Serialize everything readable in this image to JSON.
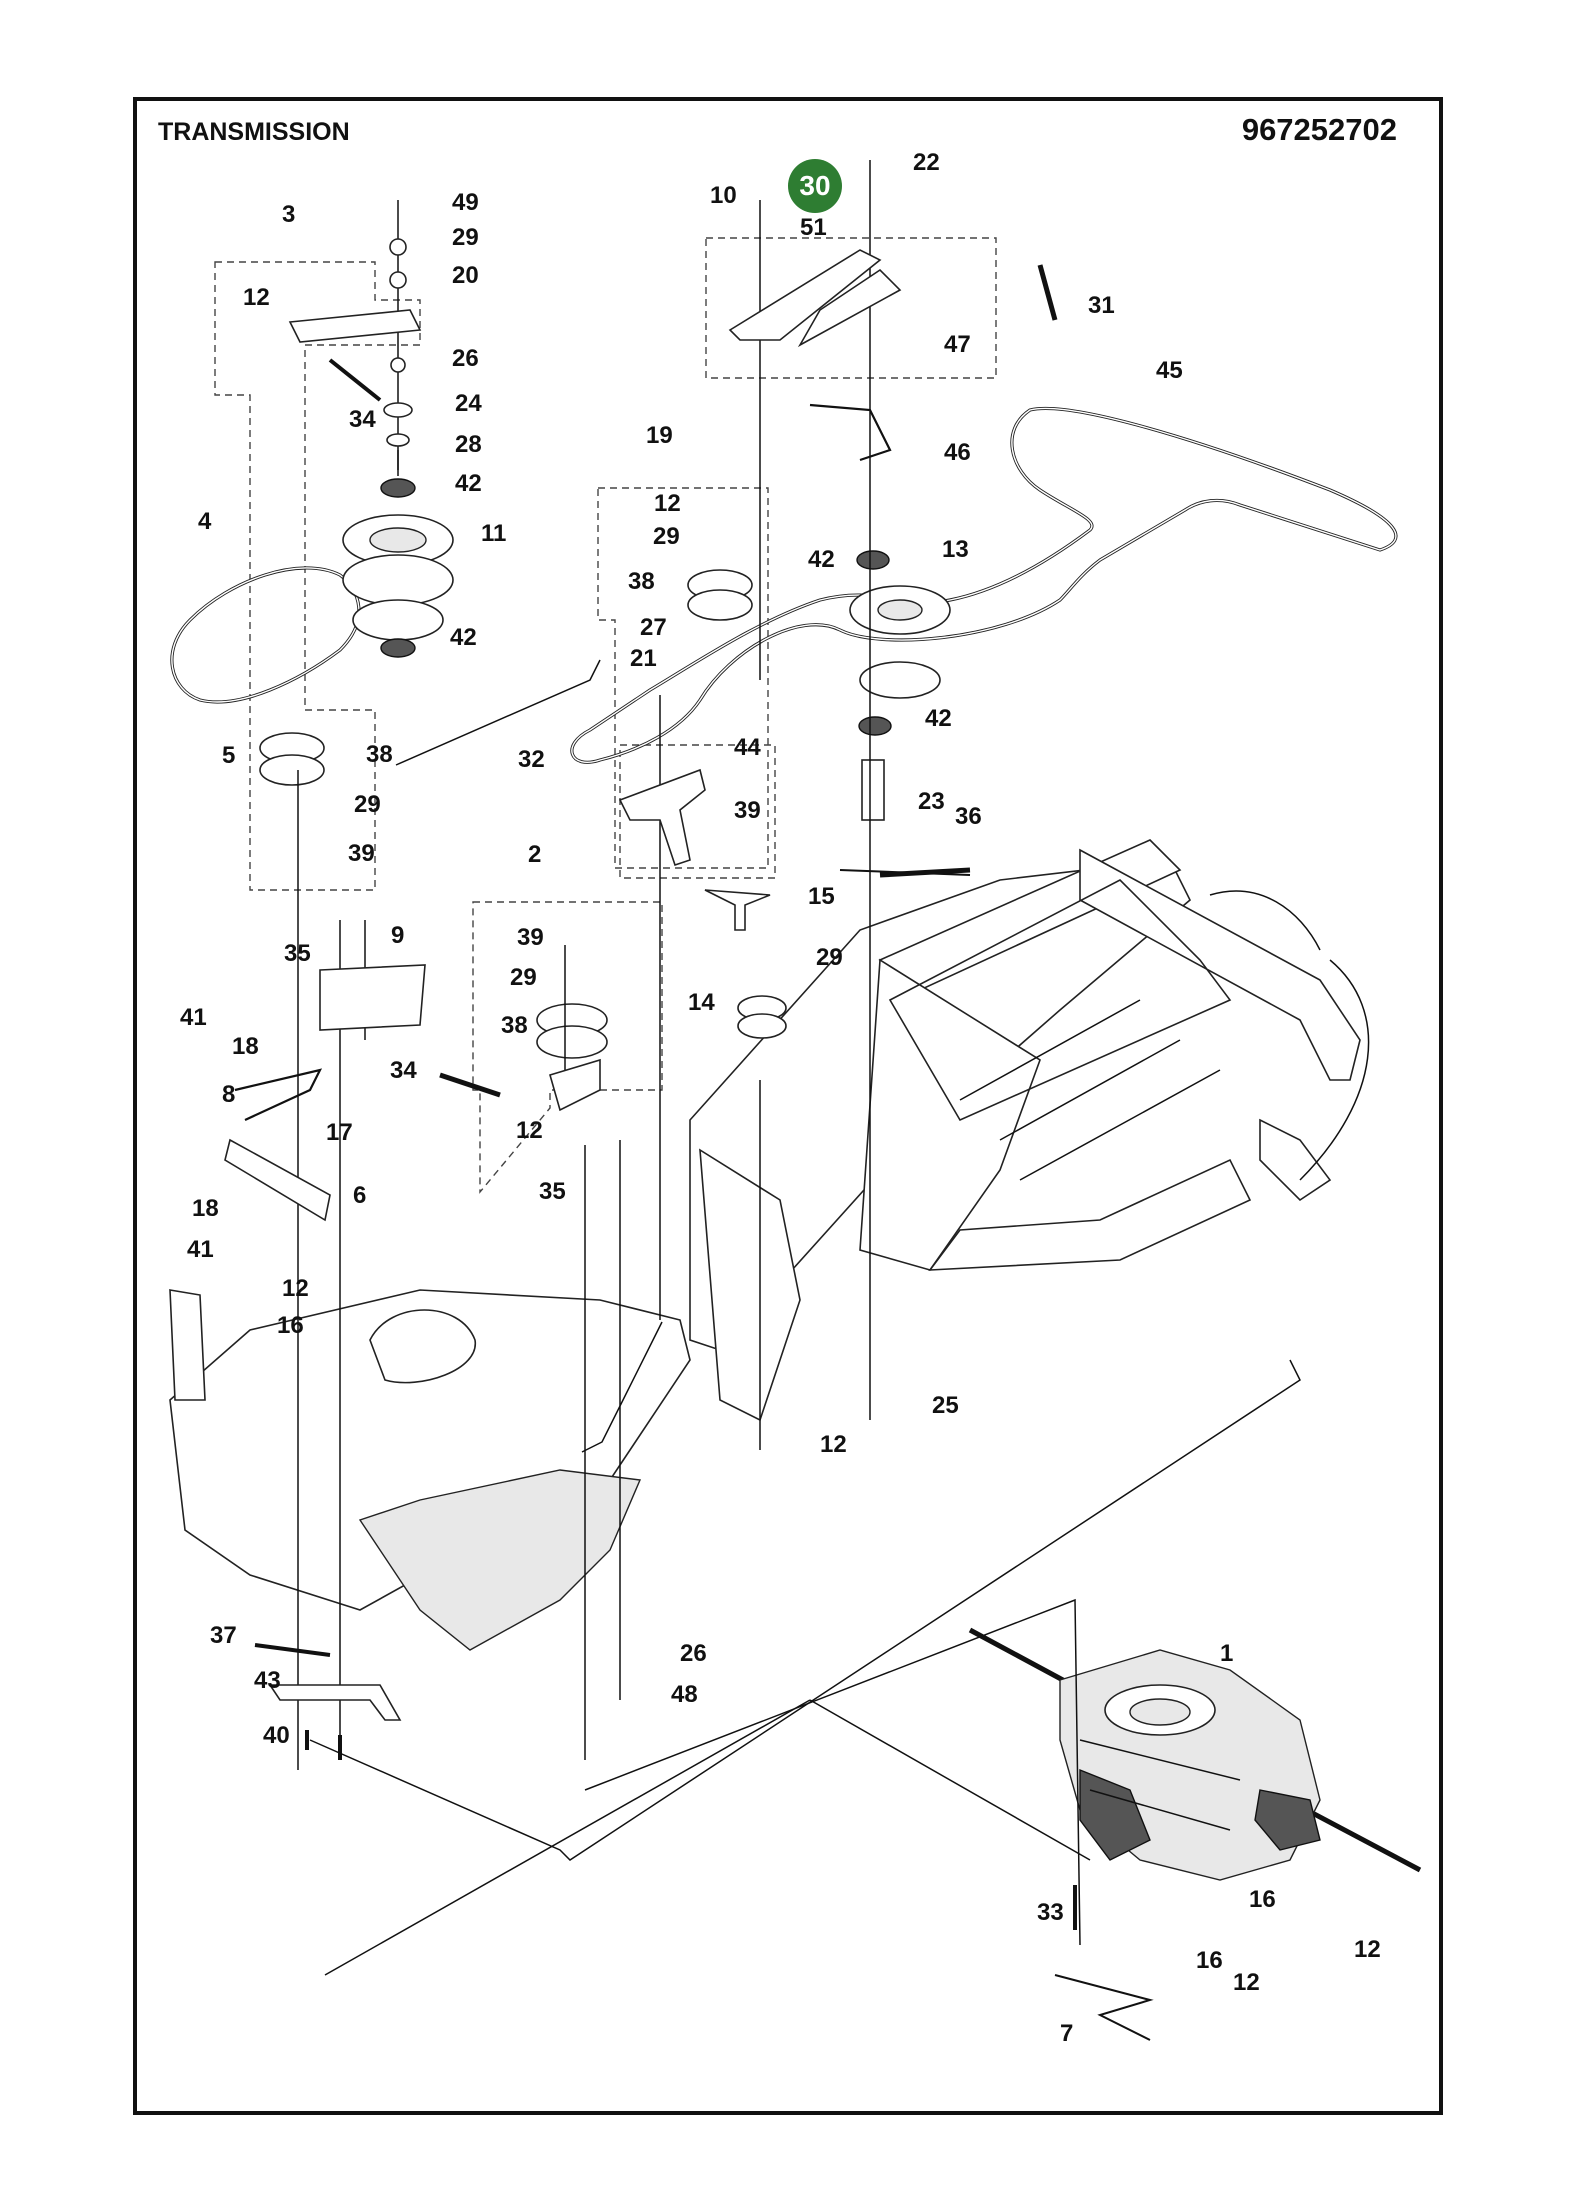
{
  "header": {
    "title": "TRANSMISSION",
    "part_number": "967252702"
  },
  "highlight": {
    "label": "30",
    "color": "#2e7d32"
  },
  "callouts": [
    "49",
    "29",
    "20",
    "3",
    "12",
    "26",
    "34",
    "24",
    "28",
    "42",
    "11",
    "4",
    "42",
    "5",
    "38",
    "29",
    "39",
    "10",
    "51",
    "22",
    "31",
    "47",
    "45",
    "46",
    "42",
    "13",
    "42",
    "23",
    "36",
    "19",
    "12",
    "29",
    "38",
    "27",
    "21",
    "44",
    "39",
    "32",
    "15",
    "29",
    "14",
    "2",
    "39",
    "29",
    "38",
    "34",
    "12",
    "35",
    "9",
    "41",
    "18",
    "8",
    "17",
    "6",
    "18",
    "41",
    "12",
    "16",
    "35",
    "25",
    "12",
    "26",
    "48",
    "37",
    "43",
    "40",
    "1",
    "33",
    "16",
    "16",
    "12",
    "12",
    "7"
  ]
}
